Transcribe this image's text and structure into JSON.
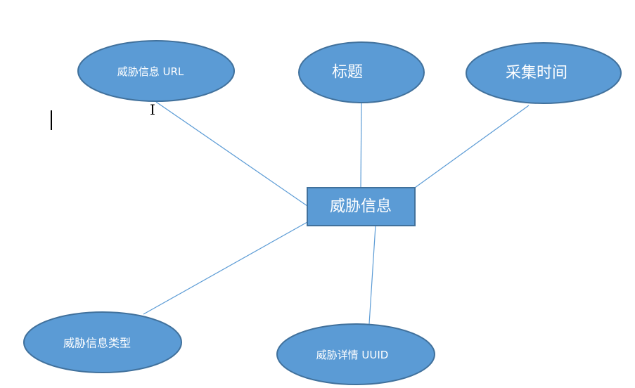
{
  "diagram": {
    "entity": {
      "label": "威胁信息"
    },
    "attributes": [
      {
        "label": "威胁信息 URL"
      },
      {
        "label": "标题"
      },
      {
        "label": "采集时间"
      },
      {
        "label": "威胁信息类型"
      },
      {
        "label": "威胁详情 UUID"
      }
    ]
  },
  "colors": {
    "fill": "#5b9bd5",
    "stroke": "#41719c",
    "line": "#5b9bd5"
  }
}
